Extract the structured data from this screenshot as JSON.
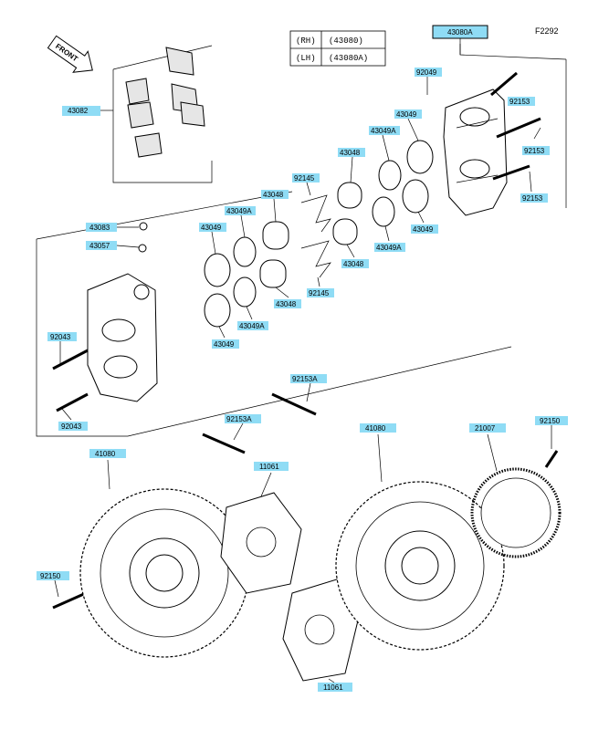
{
  "figure_code": "F2292",
  "front_label": "FRONT",
  "assembly_table": [
    {
      "side": "(RH)",
      "part": "(43080)"
    },
    {
      "side": "(LH)",
      "part": "(43080A)"
    }
  ],
  "callouts": {
    "c43080A": "43080A",
    "c43082": "43082",
    "c92049": "92049",
    "c92153_1": "92153",
    "c92153_2": "92153",
    "c92153_3": "92153",
    "c43049_1": "43049",
    "c43049A_1": "43049A",
    "c43048_1": "43048",
    "c92145_1": "92145",
    "c43049A_2": "43049A",
    "c43048_2": "43048",
    "c43049_2": "43049",
    "c43049_3": "43049",
    "c43049A_3": "43049A",
    "c43048_3": "43048",
    "c43083": "43083",
    "c43057": "43057",
    "c92145_2": "92145",
    "c43048_4": "43048",
    "c43049A_4": "43049A",
    "c43049_4": "43049",
    "c92043_1": "92043",
    "c92043_2": "92043",
    "c92153A_1": "92153A",
    "c92153A_2": "92153A",
    "c41080_1": "41080",
    "c41080_2": "41080",
    "c11061_1": "11061",
    "c11061_2": "11061",
    "c21007": "21007",
    "c92150_1": "92150",
    "c92150_2": "92150"
  }
}
